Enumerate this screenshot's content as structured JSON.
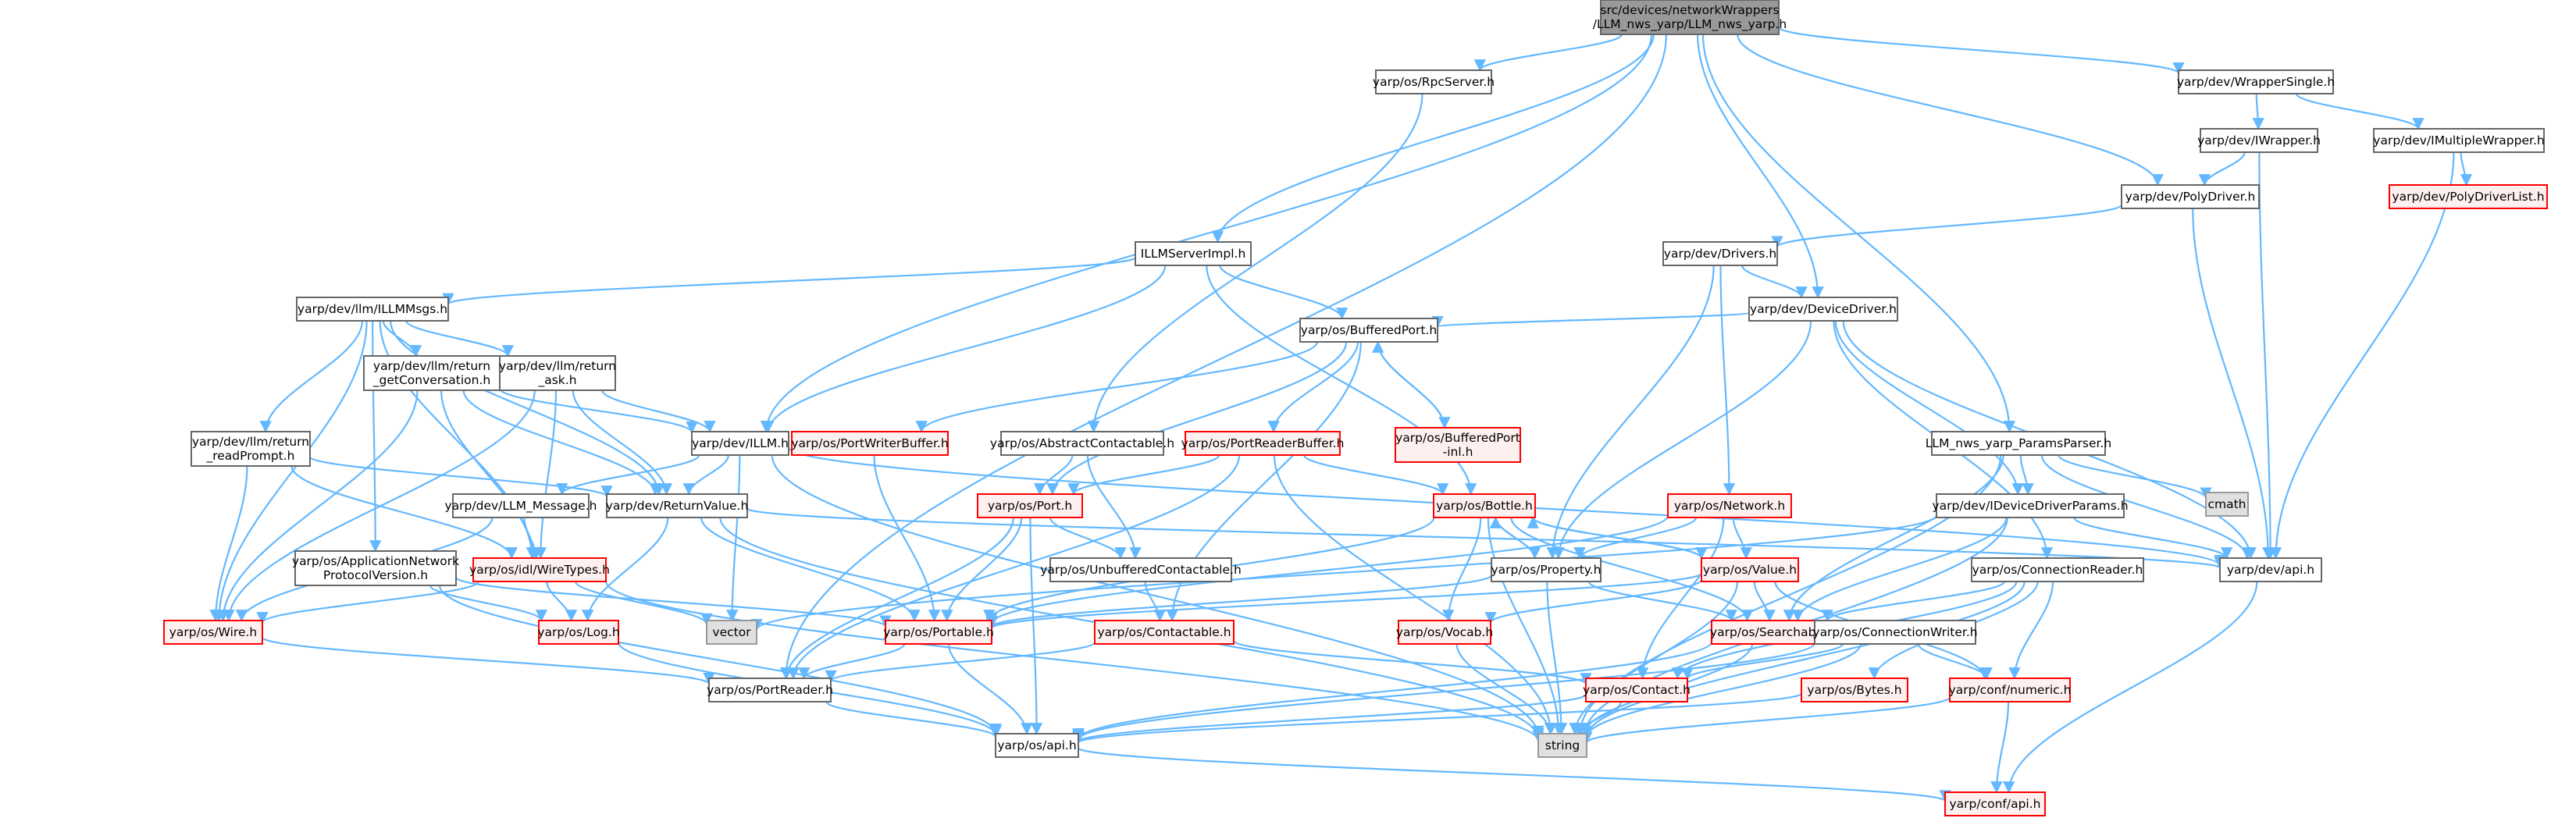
{
  "colors": {
    "edge": "#63b8ff",
    "node_fill": "#ffffff",
    "node_border": "#666666",
    "missing_node_fill": "#fff0f0",
    "missing_node_border": "#ff0000",
    "root_fill": "#999999",
    "system_fill": "#e0e0e0",
    "system_border": "#999999"
  },
  "nodes": {
    "root": [
      "src/devices/networkWrappers",
      "/LLM_nws_yarp/LLM_nws_yarp.h"
    ],
    "rpcserver": [
      "yarp/os/RpcServer.h"
    ],
    "wrappersingle": [
      "yarp/dev/WrapperSingle.h"
    ],
    "iwrapper": [
      "yarp/dev/IWrapper.h"
    ],
    "imultiplewrapper": [
      "yarp/dev/IMultipleWrapper.h"
    ],
    "polydriverlist": [
      "yarp/dev/PolyDriverList.h"
    ],
    "polydriver": [
      "yarp/dev/PolyDriver.h"
    ],
    "drivers": [
      "yarp/dev/Drivers.h"
    ],
    "illmserverimpl": [
      "ILLMServerImpl.h"
    ],
    "illmmsgs": [
      "yarp/dev/llm/ILLMMsgs.h"
    ],
    "devicedriver": [
      "yarp/dev/DeviceDriver.h"
    ],
    "bufferedport": [
      "yarp/os/BufferedPort.h"
    ],
    "getconversation": [
      "yarp/dev/llm/return",
      "_getConversation.h"
    ],
    "ask": [
      "yarp/dev/llm/return",
      "_ask.h"
    ],
    "illm": [
      "yarp/dev/ILLM.h"
    ],
    "readprompt": [
      "yarp/dev/llm/return",
      "_readPrompt.h"
    ],
    "portwriterbuffer": [
      "yarp/os/PortWriterBuffer.h"
    ],
    "abstractcontactable": [
      "yarp/os/AbstractContactable.h"
    ],
    "portreaderbuffer": [
      "yarp/os/PortReaderBuffer.h"
    ],
    "bufferedportinl": [
      "yarp/os/BufferedPort",
      "-inl.h"
    ],
    "paramsparser": [
      "LLM_nws_yarp_ParamsParser.h"
    ],
    "cmath": [
      "cmath"
    ],
    "llmmessage": [
      "yarp/dev/LLM_Message.h"
    ],
    "returnvalue": [
      "yarp/dev/ReturnValue.h"
    ],
    "port": [
      "yarp/os/Port.h"
    ],
    "bottle": [
      "yarp/os/Bottle.h"
    ],
    "network": [
      "yarp/os/Network.h"
    ],
    "idevicedriverparams": [
      "yarp/dev/IDeviceDriverParams.h"
    ],
    "appnetproto": [
      "yarp/os/ApplicationNetwork",
      "ProtocolVersion.h"
    ],
    "wiretypes": [
      "yarp/os/idl/WireTypes.h"
    ],
    "unbuffered": [
      "yarp/os/UnbufferedContactable.h"
    ],
    "property": [
      "yarp/os/Property.h"
    ],
    "value": [
      "yarp/os/Value.h"
    ],
    "connectionreader": [
      "yarp/os/ConnectionReader.h"
    ],
    "devapi": [
      "yarp/dev/api.h"
    ],
    "wire": [
      "yarp/os/Wire.h"
    ],
    "log": [
      "yarp/os/Log.h"
    ],
    "vector": [
      "vector"
    ],
    "portable": [
      "yarp/os/Portable.h"
    ],
    "contactable": [
      "yarp/os/Contactable.h"
    ],
    "vocab": [
      "yarp/os/Vocab.h"
    ],
    "searchable": [
      "yarp/os/Searchable.h"
    ],
    "connectionwriter": [
      "yarp/os/ConnectionWriter.h"
    ],
    "bytes": [
      "yarp/os/Bytes.h"
    ],
    "numeric": [
      "yarp/conf/numeric.h"
    ],
    "portreader": [
      "yarp/os/PortReader.h"
    ],
    "contact": [
      "yarp/os/Contact.h"
    ],
    "osapi": [
      "yarp/os/api.h"
    ],
    "string": [
      "string"
    ],
    "confapi": [
      "yarp/conf/api.h"
    ]
  }
}
